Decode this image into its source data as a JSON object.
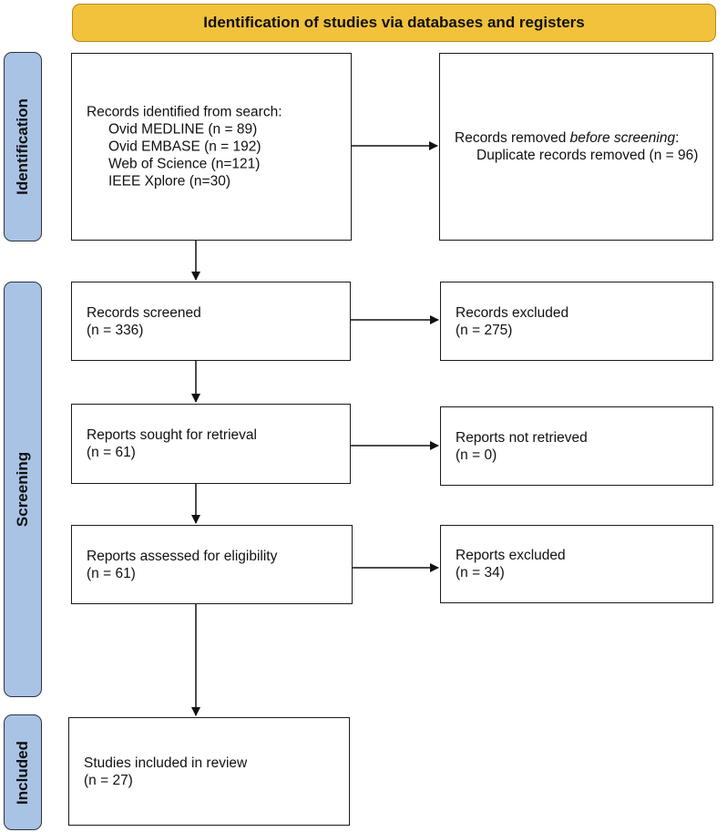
{
  "header": {
    "title": "Identification of studies via databases and registers"
  },
  "phases": {
    "identification": "Identification",
    "screening": "Screening",
    "included": "Included"
  },
  "boxes": {
    "search": {
      "heading": "Records identified from search:",
      "sources": [
        "Ovid MEDLINE (n = 89)",
        "Ovid EMBASE (n = 192)",
        "Web of Science (n=121)",
        "IEEE Xplore (n=30)"
      ]
    },
    "removed": {
      "prefix": "Records removed ",
      "emphasis": "before screening",
      "suffix": ":",
      "detail": "Duplicate records removed  (n = 96)"
    },
    "screened": {
      "label": "Records screened",
      "count": "(n = 336)"
    },
    "excluded": {
      "label": "Records excluded",
      "count": "(n = 275)"
    },
    "sought": {
      "label": "Reports sought for retrieval",
      "count": "(n = 61)"
    },
    "not_retrieved": {
      "label": "Reports not retrieved",
      "count": "(n = 0)"
    },
    "assessed": {
      "label": "Reports assessed for eligibility",
      "count": "(n = 61)"
    },
    "reports_excluded": {
      "label": "Reports excluded",
      "count": "(n = 34)"
    },
    "included": {
      "label": "Studies included in review",
      "count": "(n = 27)"
    }
  },
  "colors": {
    "header_fill": "#f2c23c",
    "phase_fill": "#a8c3e4",
    "border": "#1a1a1a"
  }
}
